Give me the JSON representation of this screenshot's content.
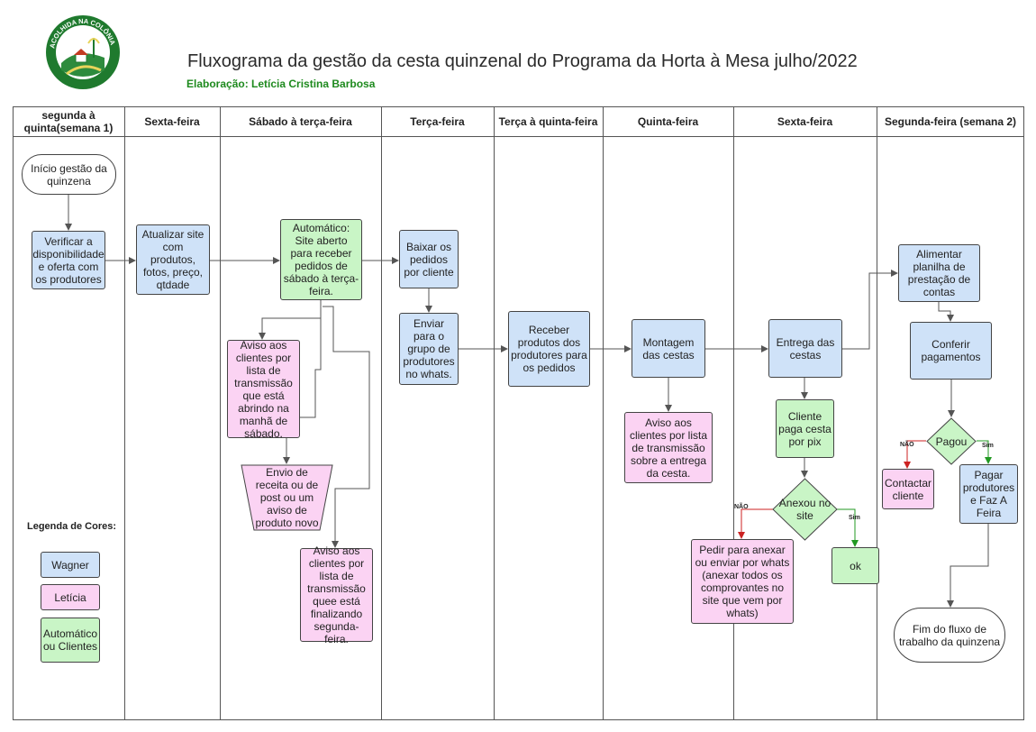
{
  "header": {
    "logo_text": "ACOLHIDA NA COLÔNIA",
    "title": "Fluxograma da gestão da cesta quinzenal do Programa da Horta à Mesa julho/2022",
    "subtitle": "Elaboração: Letícia Cristina Barbosa"
  },
  "lanes": [
    "segunda à quinta(semana 1)",
    "Sexta-feira",
    "Sábado à terça-feira",
    "Terça-feira",
    "Terça à quinta-feira",
    "Quinta-feira",
    "Sexta-feira",
    "Segunda-feira (semana 2)"
  ],
  "nodes": {
    "inicio": "Início gestão da quinzena",
    "verificar": "Verificar a disponibilidade e oferta com os produtores",
    "atualizar": "Atualizar site com produtos, fotos, preço, qtdade",
    "automatico": "Automático: Site aberto para receber pedidos de sábado à terça-feira.",
    "aviso_abrindo": "Aviso aos clientes por lista de transmissão que está abrindo na manhã de sábado.",
    "envio_receita": "Envio de receita ou de post ou um aviso de produto novo",
    "aviso_finalizando": "Aviso aos clientes por lista de transmissão quee está finalizando segunda-feira.",
    "baixar": "Baixar os pedidos por cliente",
    "enviar": "Enviar para o grupo de produtores no whats.",
    "receber": "Receber produtos dos produtores para os pedidos",
    "montagem": "Montagem das cestas",
    "aviso_entrega": "Aviso aos clientes por lista de transmissão sobre a entrega da cesta.",
    "entrega": "Entrega das cestas",
    "cliente_paga": "Cliente paga cesta por pix",
    "anexou": "Anexou no site",
    "pedir": "Pedir para anexar ou enviar por whats (anexar todos os comprovantes no site que vem por whats)",
    "ok": "ok",
    "alimentar": "Alimentar planilha de prestação de contas",
    "conferir": "Conferir pagamentos",
    "pagou": "Pagou",
    "contactar": "Contactar cliente",
    "pagar": "Pagar produtores e Faz A Feira",
    "fim": "Fim do fluxo de trabalho da quinzena"
  },
  "edge_labels": {
    "anexou_no": "NÃO",
    "anexou_yes": "Sim",
    "pagou_no": "NÃO",
    "pagou_yes": "Sim"
  },
  "legend": {
    "title": "Legenda de Cores:",
    "wagner": "Wagner",
    "leticia": "Letícia",
    "auto": "Automático ou Clientes"
  },
  "colors": {
    "wagner": "#cfe2f8",
    "leticia": "#fbd3f3",
    "auto": "#c9f5c6",
    "arrow": "#555555",
    "no_arrow": "#cc2222",
    "yes_arrow": "#229922"
  }
}
